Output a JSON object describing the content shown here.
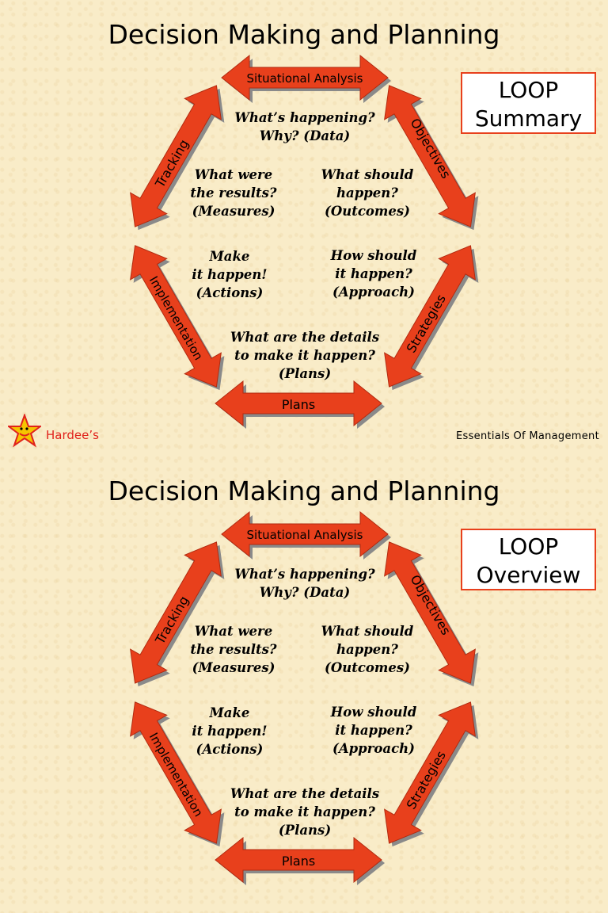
{
  "slides": [
    {
      "title": "Decision Making and Planning",
      "loop_box": {
        "line1": "LOOP",
        "line2": "Summary"
      },
      "arrows": {
        "top": "Situational Analysis",
        "upper_right": "Objectives",
        "lower_right": "Strategies",
        "bottom": "Plans",
        "lower_left": "Implementation",
        "upper_left": "Tracking"
      },
      "questions": {
        "data": "What’s happening?\nWhy?  (Data)",
        "outcomes": "What  should\nhappen?\n(Outcomes)",
        "approach": "How should\nit happen?\n(Approach)",
        "plans": "What are the details\nto make it happen?\n(Plans)",
        "actions": "Make\nit happen!\n(Actions)",
        "measures": "What  were\nthe results?\n(Measures)"
      },
      "brand": "Hardee’s",
      "footer": "Essentials Of Management"
    },
    {
      "title": "Decision Making and Planning",
      "loop_box": {
        "line1": "LOOP",
        "line2": "Overview"
      },
      "arrows": {
        "top": "Situational Analysis",
        "upper_right": "Objectives",
        "lower_right": "Strategies",
        "bottom": "Plans",
        "lower_left": "Implementation",
        "upper_left": "Tracking"
      },
      "questions": {
        "data": "What’s happening?\nWhy?  (Data)",
        "outcomes": "What  should\nhappen?\n(Outcomes)",
        "approach": "How should\nit happen?\n(Approach)",
        "plans": "What are the details\nto make it happen?\n(Plans)",
        "actions": "Make\nit happen!\n(Actions)",
        "measures": "What  were\nthe results?\n(Measures)"
      }
    }
  ],
  "colors": {
    "arrow_fill": "#e8401c",
    "arrow_shadow": "#8a8a8a",
    "box_border": "#e8401c",
    "brand": "#e0221c"
  },
  "icons": {
    "logo": "hardees-star-icon"
  }
}
